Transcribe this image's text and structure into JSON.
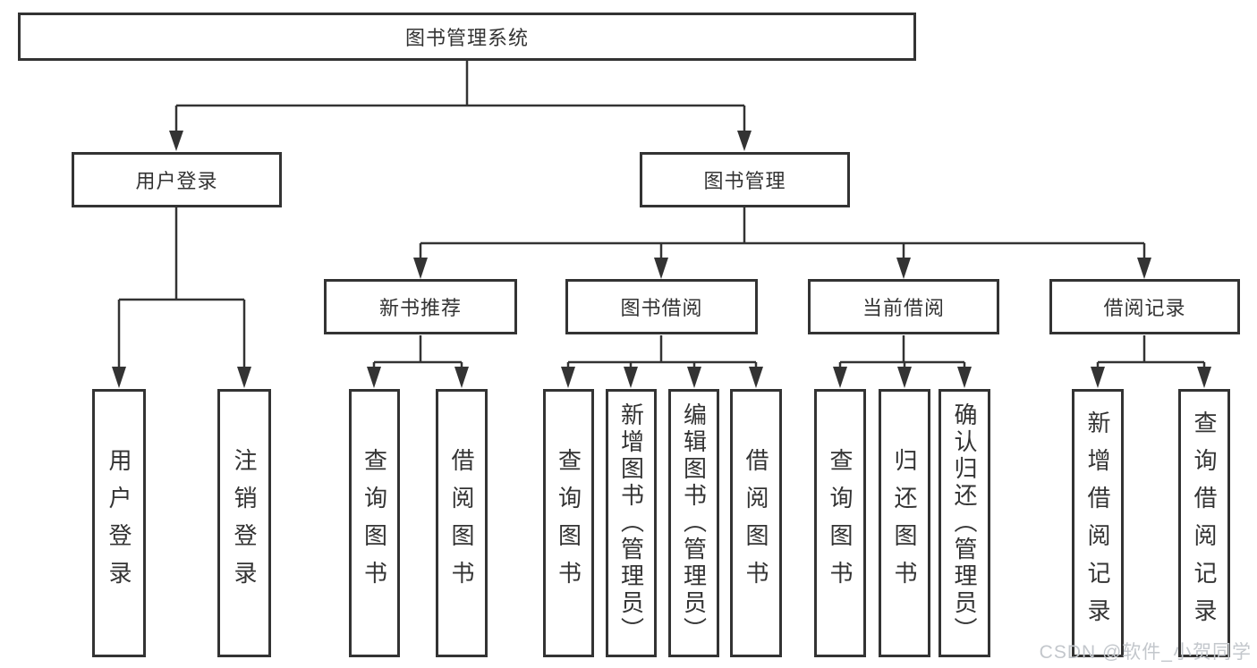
{
  "tree": {
    "label": "图书管理系统",
    "children": [
      {
        "label": "用户登录",
        "children": [
          {
            "label": "用户登录"
          },
          {
            "label": "注销登录"
          }
        ]
      },
      {
        "label": "图书管理",
        "children": [
          {
            "label": "新书推荐",
            "children": [
              {
                "label": "查询图书"
              },
              {
                "label": "借阅图书"
              }
            ]
          },
          {
            "label": "图书借阅",
            "children": [
              {
                "label": "查询图书"
              },
              {
                "label": "新增图书（管理员）"
              },
              {
                "label": "编辑图书（管理员）"
              },
              {
                "label": "借阅图书"
              }
            ]
          },
          {
            "label": "当前借阅",
            "children": [
              {
                "label": "查询图书"
              },
              {
                "label": "归还图书"
              },
              {
                "label": "确认归还（管理员）"
              }
            ]
          },
          {
            "label": "借阅记录",
            "children": [
              {
                "label": "新增借阅记录"
              },
              {
                "label": "查询借阅记录"
              }
            ]
          }
        ]
      }
    ]
  },
  "watermark": {
    "text": "CSDN @软件_小贺同学"
  },
  "colors": {
    "line": "#333333",
    "box_border": "#333333",
    "text": "#333333",
    "watermark": "#c3c7cc",
    "background": "#ffffff"
  }
}
